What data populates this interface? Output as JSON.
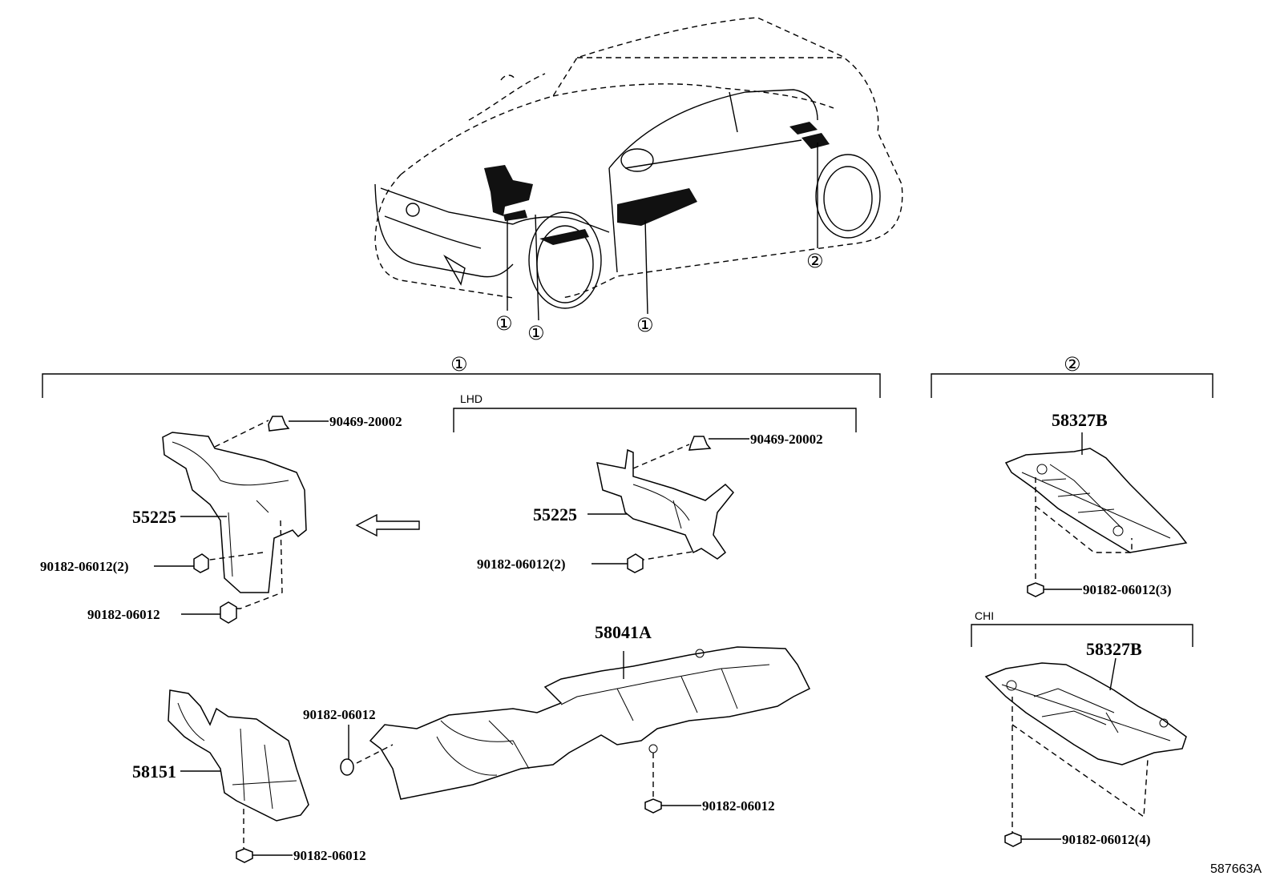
{
  "callouts": {
    "c1a": "①",
    "c1b": "①",
    "c1c": "①",
    "c2": "②",
    "group1": "①",
    "group2": "②"
  },
  "variants": {
    "lhd": "LHD",
    "chi": "CHI"
  },
  "parts": {
    "p55225_left": "55225",
    "p55225_right": "55225",
    "p58151": "58151",
    "p58041A": "58041A",
    "p58327B_top": "58327B",
    "p58327B_bottom": "58327B"
  },
  "fasteners": {
    "clip_left": "90469-20002",
    "clip_right": "90469-20002",
    "nut_left_2": "90182-06012(2)",
    "nut_left_1": "90182-06012",
    "nut_right_2": "90182-06012(2)",
    "nut_58041_top": "90182-06012",
    "nut_58041_bottom": "90182-06012",
    "nut_58151": "90182-06012",
    "nut_58327_3": "90182-06012(3)",
    "nut_58327_4": "90182-06012(4)"
  },
  "figure_ref": "587663A"
}
